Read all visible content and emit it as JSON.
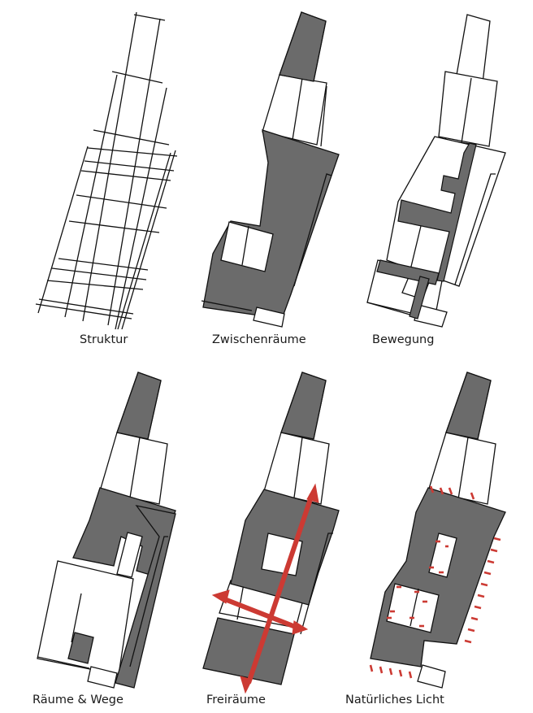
{
  "colors": {
    "line": "#111111",
    "fill": "#6b6b6b",
    "accent": "#cc3a33",
    "background": "#ffffff"
  },
  "panels": [
    {
      "caption": "Struktur"
    },
    {
      "caption": "Zwischenräume"
    },
    {
      "caption": "Bewegung"
    },
    {
      "caption": "Räume & Wege"
    },
    {
      "caption": "Freiräume"
    },
    {
      "caption": "Natürliches Licht"
    }
  ]
}
